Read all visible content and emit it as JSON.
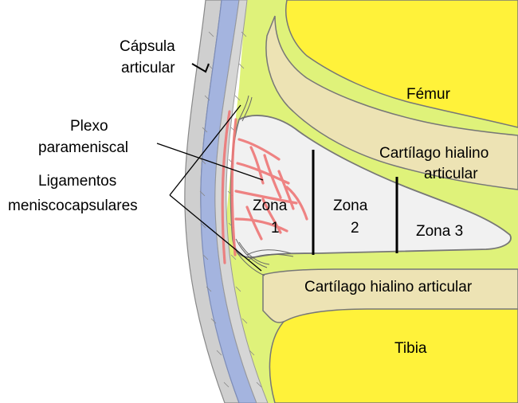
{
  "labels": {
    "capsula_line1": "Cápsula",
    "capsula_line2": "articular",
    "femur": "Fémur",
    "plexo_line1": "Plexo",
    "plexo_line2": "parameniscal",
    "cartilago_upper_line1": "Cartílago hialino",
    "cartilago_upper_line2": "articular",
    "ligamentos_line1": "Ligamentos",
    "ligamentos_line2": "meniscocapsulares",
    "zona1_line1": "Zona",
    "zona1_line2": "1",
    "zona2_line1": "Zona",
    "zona2_line2": "2",
    "zona3": "Zona 3",
    "cartilago_lower": "Cartílago hialino articular",
    "tibia": "Tibia"
  },
  "colors": {
    "bone": "#fff23a",
    "cartilage": "#ede3b4",
    "synovium": "#dff27a",
    "capsule": "#a4b4df",
    "meniscus": "#f1f1f1",
    "vessels": "#ee7777",
    "outline": "#777777"
  }
}
